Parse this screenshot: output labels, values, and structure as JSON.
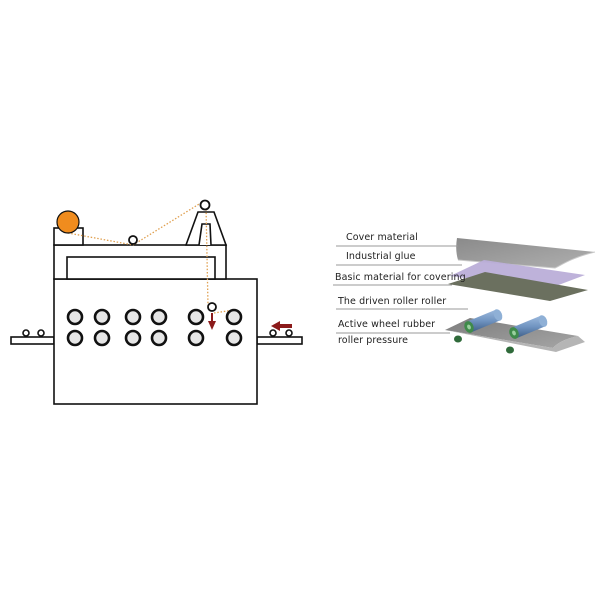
{
  "machine_diagram": {
    "description": "Laminating machine side view with material path",
    "colors": {
      "outline": "#111111",
      "roller_fill": "#e6e6e6",
      "spool": "#f08c1e",
      "path": "#e0a050",
      "feed_arrow": "#8b1a1a"
    },
    "roller_grid": {
      "columns_x": [
        75,
        102,
        133,
        159,
        196,
        234
      ],
      "rows_y": [
        317,
        338
      ],
      "radius": 7
    }
  },
  "layer_diagram": {
    "labels": [
      "Cover material",
      "Industrial glue",
      "Basic material for covering",
      "The driven roller roller",
      "Active wheel rubber",
      "roller pressure"
    ],
    "colors": {
      "cover_material": "#9c9c9c",
      "industrial_glue": "#b9aad6",
      "basic_material": "#6d7260",
      "driven_roller": "#6f93c0",
      "roller_end": "#3f8a4a",
      "base_sheet": "#8e8e8e",
      "leader_line": "#9a9a9a"
    }
  }
}
